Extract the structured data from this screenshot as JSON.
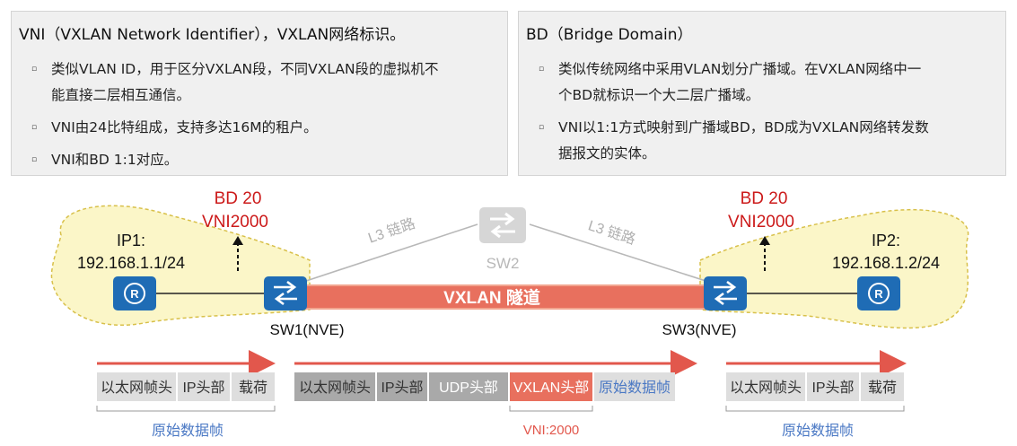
{
  "left_panel": {
    "title": "VNI（VXLAN Network Identifier），VXLAN网络标识。",
    "bullets": [
      [
        "类似VLAN ID，用于区分VXLAN段，不同VXLAN段的虚拟机不",
        "能直接二层相互通信。"
      ],
      [
        "VNI由24比特组成，支持多达16M的租户。"
      ],
      [
        "VNI和BD 1:1对应。"
      ]
    ]
  },
  "right_panel": {
    "title": "BD（Bridge Domain）",
    "bullets": [
      [
        "类似传统网络中采用VLAN划分广播域。在VXLAN网络中一",
        "个BD就标识一个大二层广播域。"
      ],
      [
        "VNI以1:1方式映射到广播域BD，BD成为VXLAN网络转发数",
        "据报文的实体。"
      ]
    ]
  },
  "bullet_glyph": "▫",
  "diagram": {
    "left_bd": "BD 20",
    "left_vni": "VNI2000",
    "right_bd": "BD 20",
    "right_vni": "VNI2000",
    "ip1_label": "IP1:",
    "ip1_addr": "192.168.1.1/24",
    "ip2_label": "IP2:",
    "ip2_addr": "192.168.1.2/24",
    "sw1": "SW1(NVE)",
    "sw2": "SW2",
    "sw3": "SW3(NVE)",
    "l3_link": "L3 链路",
    "tunnel": "VXLAN 隧道",
    "router_glyph": "R"
  },
  "packets": {
    "left": [
      "以太网帧头",
      "IP头部",
      "载荷"
    ],
    "middle_outer": [
      "以太网帧头",
      "IP头部",
      "UDP头部",
      "VXLAN头部"
    ],
    "middle_inner": "原始数据帧",
    "right": [
      "以太网帧头",
      "IP头部",
      "载荷"
    ],
    "orig_frame_left": "原始数据帧",
    "orig_frame_right": "原始数据帧",
    "vni_note": "VNI:2000"
  },
  "colors": {
    "bd_red": "#cc1a1a",
    "tunnel": "#e8705e",
    "switch_blue": "#1f6cb5",
    "cloud_fill": "#fbf6c8",
    "arrow_red": "#e2574c",
    "link_blue": "#4a78c4"
  }
}
